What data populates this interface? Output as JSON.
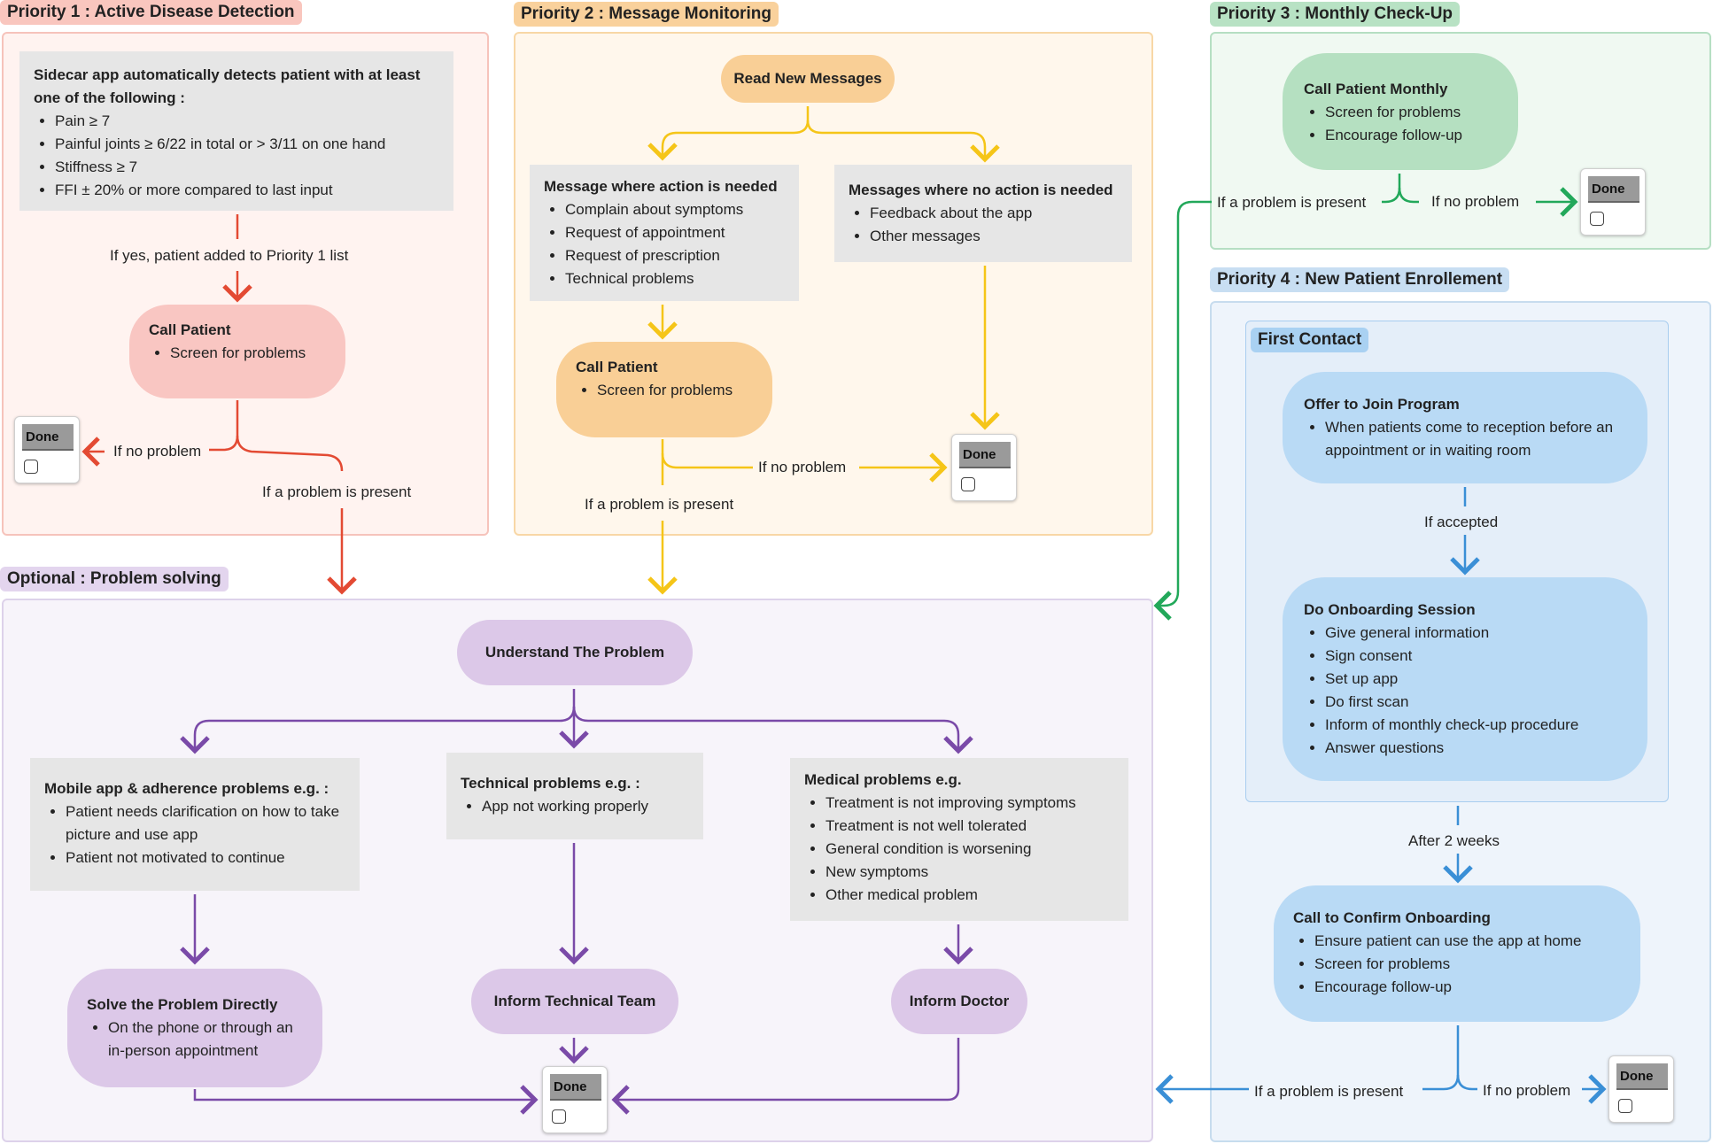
{
  "colors": {
    "red": "#e34a33",
    "yellow": "#f5c518",
    "green": "#22a85a",
    "blue": "#3a8fd6",
    "purple": "#7a4aa8"
  },
  "p1": {
    "tag": "Priority 1 : Active Disease Detection",
    "detect_title": "Sidecar app automatically detects patient with at least one of the following :",
    "detect_items": [
      "Pain ≥ 7",
      "Painful joints ≥ 6/22 in total or > 3/11 on one hand",
      "Stiffness ≥ 7",
      "FFI ± 20% or more compared to last input"
    ],
    "if_yes": "If yes, patient added to Priority 1 list",
    "call_title": "Call Patient",
    "call_items": [
      "Screen for problems"
    ],
    "if_no": "If no problem",
    "if_present": "If a problem is present",
    "done": "Done"
  },
  "p2": {
    "tag": "Priority 2 : Message Monitoring",
    "read": "Read New Messages",
    "action_title": "Message where action is needed",
    "action_items": [
      "Complain about symptoms",
      "Request of appointment",
      "Request of prescription",
      "Technical problems"
    ],
    "noaction_title": "Messages where no action is needed",
    "noaction_items": [
      "Feedback about the app",
      "Other messages"
    ],
    "call_title": "Call Patient",
    "call_items": [
      "Screen for problems"
    ],
    "if_no": "If no problem",
    "if_present": "If a problem is present",
    "done": "Done"
  },
  "p3": {
    "tag": "Priority 3 : Monthly Check-Up",
    "call_title": "Call Patient Monthly",
    "call_items": [
      "Screen for problems",
      "Encourage follow-up"
    ],
    "if_present": "If a problem is present",
    "if_no": "If no problem",
    "done": "Done"
  },
  "p4": {
    "tag": "Priority 4 : New Patient Enrollement",
    "first_contact": "First Contact",
    "offer_title": "Offer to Join Program",
    "offer_items": [
      "When patients come to reception before an appointment or in waiting room"
    ],
    "if_accepted": "If accepted",
    "onboard_title": "Do Onboarding Session",
    "onboard_items": [
      "Give general information",
      "Sign consent",
      "Set up app",
      "Do first scan",
      "Inform of monthly check-up procedure",
      "Answer questions"
    ],
    "after": "After 2 weeks",
    "confirm_title": "Call to Confirm Onboarding",
    "confirm_items": [
      "Ensure patient can use the app at home",
      "Screen for problems",
      "Encourage follow-up"
    ],
    "if_present": "If a problem is present",
    "if_no": "If no problem",
    "done": "Done"
  },
  "opt": {
    "tag": "Optional : Problem solving",
    "understand": "Understand The Problem",
    "mobile_title": "Mobile app & adherence problems e.g. :",
    "mobile_items": [
      "Patient needs clarification on how to take picture and use app",
      "Patient not motivated to continue"
    ],
    "tech_title": "Technical problems e.g. :",
    "tech_items": [
      "App not working properly"
    ],
    "med_title": "Medical problems e.g.",
    "med_items": [
      "Treatment is not improving symptoms",
      "Treatment is not well tolerated",
      "General condition is worsening",
      "New symptoms",
      "Other medical problem"
    ],
    "solve_title": "Solve the Problem Directly",
    "solve_items": [
      "On the phone or through an in-person appointment"
    ],
    "inform_tech": "Inform Technical Team",
    "inform_doc": "Inform Doctor",
    "done": "Done"
  }
}
